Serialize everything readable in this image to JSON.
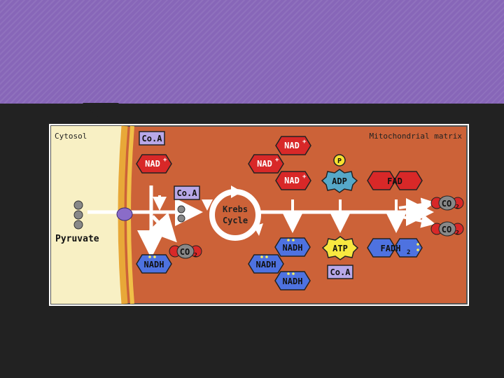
{
  "slide": {
    "banner_color": "#8766b8",
    "background_color": "#222222"
  },
  "diagram": {
    "regions": {
      "cytosol": "Cytosol",
      "matrix": "Mitochondrial matrix"
    },
    "pyruvate": "Pyruvate",
    "cycle": {
      "line1": "Krebs",
      "line2": "Cycle"
    },
    "molecules": {
      "coa": "Co.A",
      "nad": "NAD",
      "nad_plus": "+",
      "nadh": "NADH",
      "co2_c": "CO",
      "co2_sub": "2",
      "adp": "ADP",
      "atp": "ATP",
      "p": "P",
      "fad": "FAD",
      "fadh": "FADH",
      "fadh_sub": "2"
    },
    "colors": {
      "cytosol": "#f8f0c4",
      "membrane": "#e8a838",
      "matrix": "#cc6238",
      "coa": "#b8a8e8",
      "nad": "#d82828",
      "nadh": "#4e72e0",
      "co2": "#d82828",
      "adp": "#56a8c8",
      "atp": "#f8e840",
      "fad": "#d82828",
      "fadh2": "#4e72e0"
    }
  }
}
